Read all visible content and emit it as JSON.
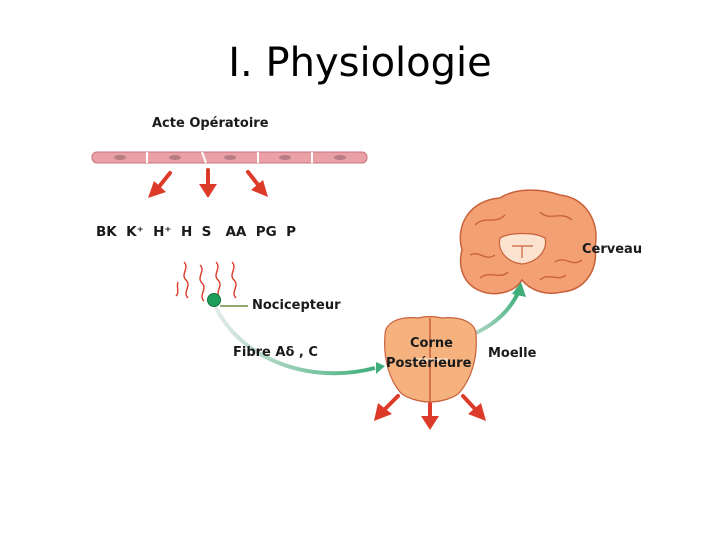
{
  "slide": {
    "title": "I. Physiologie"
  },
  "labels": {
    "operation": "Acte Opératoire",
    "mediators": "BK  K⁺  H⁺  H  S   AA  PG  P",
    "brain": "Cerveau",
    "nociceptor": "Nocicepteur",
    "fiber": "Fibre Aδ , C",
    "horn_line1": "Corne",
    "horn_line2": "Postérieure",
    "cord": "Moelle"
  },
  "colors": {
    "arrow_red": "#dd3b2a",
    "tissue": "#e9a0a6",
    "brain": "#f2a074",
    "cord": "#f5b27f",
    "receptor": "#1e9e5a",
    "pathway": "#3fae7a"
  }
}
